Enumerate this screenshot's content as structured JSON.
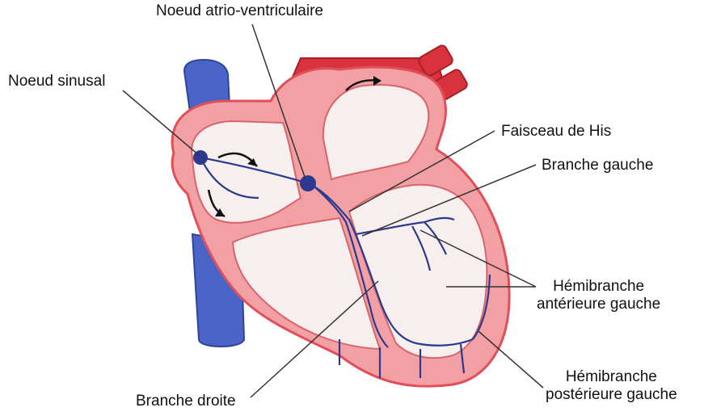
{
  "labels": {
    "av_node": "Noeud atrio-ventriculaire",
    "sinus_node": "Noeud sinusal",
    "his_bundle": "Faisceau de His",
    "left_branch": "Branche gauche",
    "ant_hemi_line1": "Hémibranche",
    "ant_hemi_line2": "antérieure gauche",
    "post_hemi_line1": "Hémibranche",
    "post_hemi_line2": "postérieure gauche",
    "right_branch": "Branche droite"
  },
  "colors": {
    "heart_wall": "#f3a0a4",
    "heart_outline": "#e0505a",
    "chamber": "#f7eeee",
    "vessel_blue": "#4a64c8",
    "vessel_red": "#d8333d",
    "conduction": "#2b3a8e",
    "leader_line": "#333333"
  }
}
